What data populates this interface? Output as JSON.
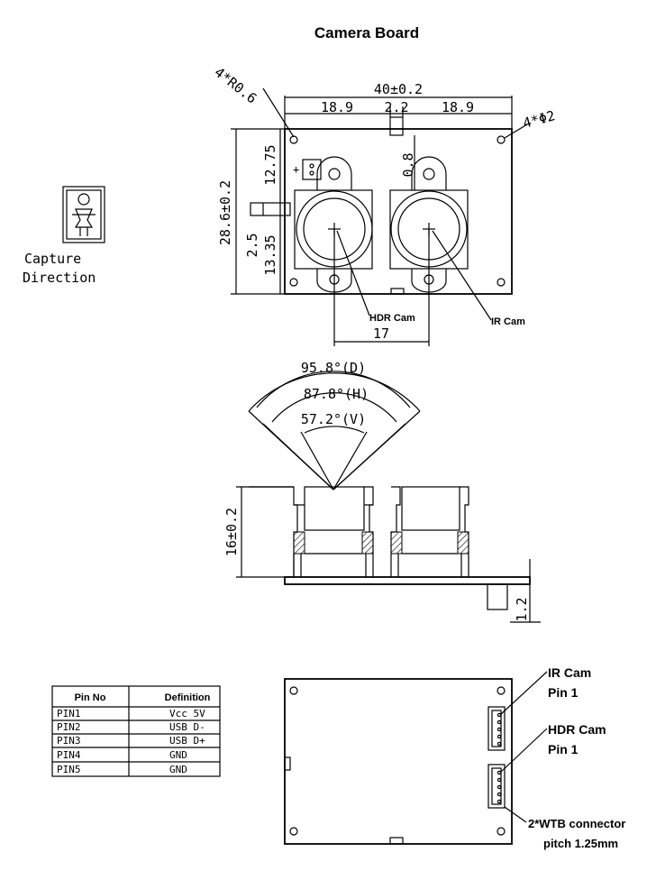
{
  "title": "Camera Board",
  "capture_label": [
    "Capture",
    "Direction"
  ],
  "top_view": {
    "overall_width": "40±0.2",
    "left_section": "18.9",
    "center_gap": "2.2",
    "right_section": "18.9",
    "corner_radius": "4*R0.6",
    "hole_diameter": "4*Φ2",
    "overall_height": "28.6±0.2",
    "upper_offset": "12.75",
    "lower_offset": "13.35",
    "center_offset": "2.5",
    "lens_offset": "0.8",
    "lens_spacing": "17",
    "hdr_label": "HDR Cam",
    "ir_label": "IR Cam",
    "polarity": "+"
  },
  "fov": {
    "diagonal": "95.8°(D)",
    "horizontal": "87.8°(H)",
    "vertical": "57.2°(V)"
  },
  "side_view": {
    "height": "16±0.2",
    "board_thickness": "1.2"
  },
  "pin_table": {
    "headers": [
      "Pin No",
      "Definition"
    ],
    "rows": [
      [
        "PIN1",
        "Vcc 5V"
      ],
      [
        "PIN2",
        "USB D-"
      ],
      [
        "PIN3",
        "USB D+"
      ],
      [
        "PIN4",
        "GND"
      ],
      [
        "PIN5",
        "GND"
      ]
    ]
  },
  "back_view": {
    "ir_cam_label": [
      "IR Cam",
      "Pin 1"
    ],
    "hdr_cam_label": [
      "HDR Cam",
      "Pin 1"
    ],
    "connector_label": [
      "2*WTB connector",
      "pitch 1.25mm"
    ]
  }
}
